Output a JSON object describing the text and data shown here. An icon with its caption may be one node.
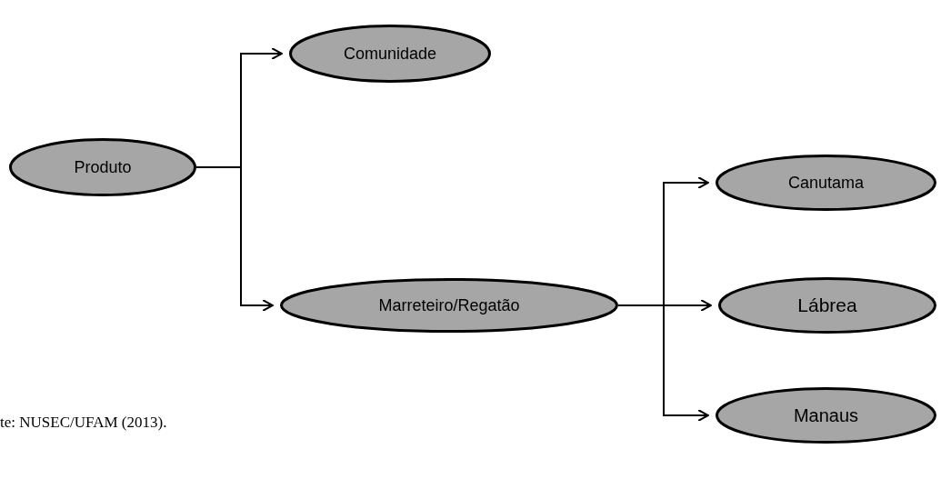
{
  "diagram": {
    "nodes": [
      {
        "text": [
          "Produto"
        ]
      },
      {
        "text": [
          "Comunidade"
        ]
      },
      {
        "text": [
          "Marreteiro/Regatão"
        ]
      },
      {
        "text": [
          "Canutama"
        ]
      },
      {
        "text": [
          "Lábrea"
        ]
      },
      {
        "text": [
          "Manaus"
        ]
      }
    ],
    "edges": [
      {
        "from": 0,
        "to": 1,
        "arrow": "to"
      },
      {
        "from": 0,
        "to": 2,
        "arrow": "to"
      },
      {
        "from": 2,
        "to": 3,
        "arrow": "to"
      },
      {
        "from": 2,
        "to": 4,
        "arrow": "to"
      },
      {
        "from": 2,
        "to": 5,
        "arrow": "to"
      }
    ],
    "labels": [
      "te: NUSEC/UFAM (2013)."
    ]
  }
}
